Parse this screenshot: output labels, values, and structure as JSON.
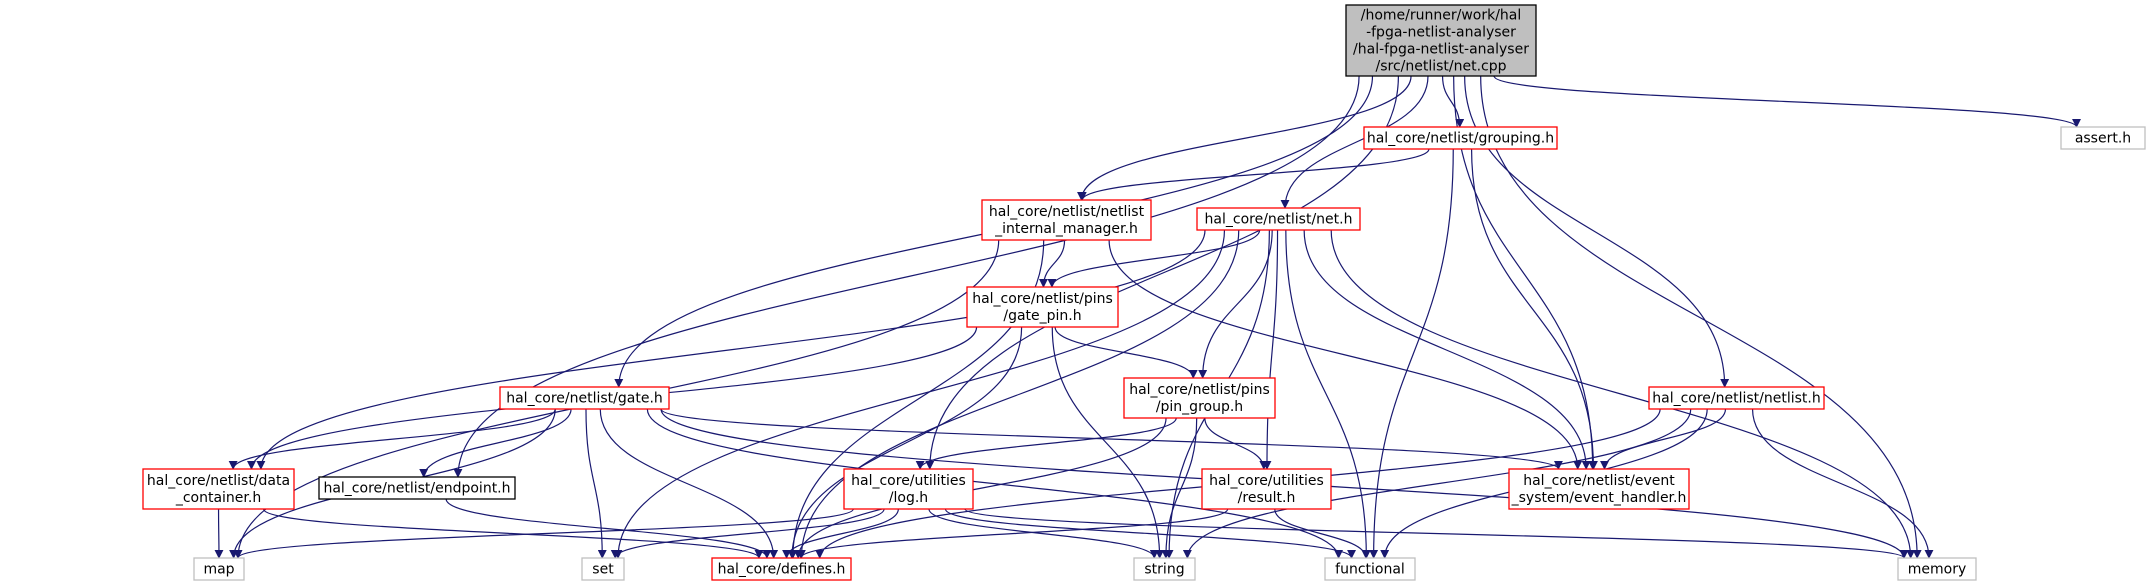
{
  "colors": {
    "edge": "#191970",
    "root_fill": "#bfbfbf",
    "root_border": "#000000",
    "documented_border": "#ff0000",
    "plain_border": "#000000",
    "external_border": "#bfbfbf",
    "text": "#000000"
  },
  "nodes": [
    {
      "id": "root",
      "kind": "root",
      "lines": [
        "/home/runner/work/hal",
        "-fpga-netlist-analyser",
        "/hal-fpga-netlist-analyser",
        "/src/netlist/net.cpp"
      ]
    },
    {
      "id": "grouping",
      "kind": "documented",
      "lines": [
        "hal_core/netlist/grouping.h"
      ]
    },
    {
      "id": "assert",
      "kind": "external",
      "lines": [
        "assert.h"
      ]
    },
    {
      "id": "internal_manager",
      "kind": "documented",
      "lines": [
        "hal_core/netlist/netlist",
        "_internal_manager.h"
      ]
    },
    {
      "id": "net",
      "kind": "documented",
      "lines": [
        "hal_core/netlist/net.h"
      ]
    },
    {
      "id": "gate_pin",
      "kind": "documented",
      "lines": [
        "hal_core/netlist/pins",
        "/gate_pin.h"
      ]
    },
    {
      "id": "gate",
      "kind": "documented",
      "lines": [
        "hal_core/netlist/gate.h"
      ]
    },
    {
      "id": "pin_group",
      "kind": "documented",
      "lines": [
        "hal_core/netlist/pins",
        "/pin_group.h"
      ]
    },
    {
      "id": "netlist",
      "kind": "documented",
      "lines": [
        "hal_core/netlist/netlist.h"
      ]
    },
    {
      "id": "data_container",
      "kind": "documented",
      "lines": [
        "hal_core/netlist/data",
        "_container.h"
      ]
    },
    {
      "id": "endpoint",
      "kind": "plain",
      "lines": [
        "hal_core/netlist/endpoint.h"
      ]
    },
    {
      "id": "log",
      "kind": "documented",
      "lines": [
        "hal_core/utilities",
        "/log.h"
      ]
    },
    {
      "id": "result",
      "kind": "documented",
      "lines": [
        "hal_core/utilities",
        "/result.h"
      ]
    },
    {
      "id": "event_handler",
      "kind": "documented",
      "lines": [
        "hal_core/netlist/event",
        "_system/event_handler.h"
      ]
    },
    {
      "id": "map",
      "kind": "external",
      "lines": [
        "map"
      ]
    },
    {
      "id": "set",
      "kind": "external",
      "lines": [
        "set"
      ]
    },
    {
      "id": "defines",
      "kind": "documented",
      "lines": [
        "hal_core/defines.h"
      ]
    },
    {
      "id": "string",
      "kind": "external",
      "lines": [
        "string"
      ]
    },
    {
      "id": "functional",
      "kind": "external",
      "lines": [
        "functional"
      ]
    },
    {
      "id": "memory",
      "kind": "external",
      "lines": [
        "memory"
      ]
    }
  ],
  "edges": [
    [
      "root",
      "grouping"
    ],
    [
      "root",
      "assert"
    ],
    [
      "root",
      "internal_manager"
    ],
    [
      "root",
      "net"
    ],
    [
      "root",
      "gate"
    ],
    [
      "root",
      "netlist"
    ],
    [
      "root",
      "endpoint"
    ],
    [
      "root",
      "log"
    ],
    [
      "root",
      "event_handler"
    ],
    [
      "root",
      "memory"
    ],
    [
      "grouping",
      "internal_manager"
    ],
    [
      "grouping",
      "event_handler"
    ],
    [
      "grouping",
      "functional"
    ],
    [
      "internal_manager",
      "gate_pin"
    ],
    [
      "internal_manager",
      "defines"
    ],
    [
      "internal_manager",
      "event_handler"
    ],
    [
      "internal_manager",
      "map"
    ],
    [
      "net",
      "gate_pin"
    ],
    [
      "net",
      "pin_group"
    ],
    [
      "net",
      "data_container"
    ],
    [
      "net",
      "result"
    ],
    [
      "net",
      "event_handler"
    ],
    [
      "net",
      "defines"
    ],
    [
      "net",
      "string"
    ],
    [
      "net",
      "functional"
    ],
    [
      "net",
      "memory"
    ],
    [
      "net",
      "set"
    ],
    [
      "gate_pin",
      "pin_group"
    ],
    [
      "gate_pin",
      "data_container"
    ],
    [
      "gate_pin",
      "defines"
    ],
    [
      "gate_pin",
      "string"
    ],
    [
      "gate",
      "data_container"
    ],
    [
      "gate",
      "endpoint"
    ],
    [
      "gate",
      "event_handler"
    ],
    [
      "gate",
      "map"
    ],
    [
      "gate",
      "set"
    ],
    [
      "gate",
      "defines"
    ],
    [
      "gate",
      "functional"
    ],
    [
      "gate",
      "memory"
    ],
    [
      "pin_group",
      "log"
    ],
    [
      "pin_group",
      "result"
    ],
    [
      "pin_group",
      "defines"
    ],
    [
      "pin_group",
      "string"
    ],
    [
      "netlist",
      "event_handler"
    ],
    [
      "netlist",
      "defines"
    ],
    [
      "netlist",
      "string"
    ],
    [
      "netlist",
      "functional"
    ],
    [
      "netlist",
      "memory"
    ],
    [
      "data_container",
      "map"
    ],
    [
      "data_container",
      "defines"
    ],
    [
      "endpoint",
      "defines"
    ],
    [
      "log",
      "map"
    ],
    [
      "log",
      "set"
    ],
    [
      "log",
      "defines"
    ],
    [
      "log",
      "string"
    ],
    [
      "log",
      "functional"
    ],
    [
      "log",
      "memory"
    ],
    [
      "result",
      "defines"
    ],
    [
      "result",
      "functional"
    ]
  ]
}
